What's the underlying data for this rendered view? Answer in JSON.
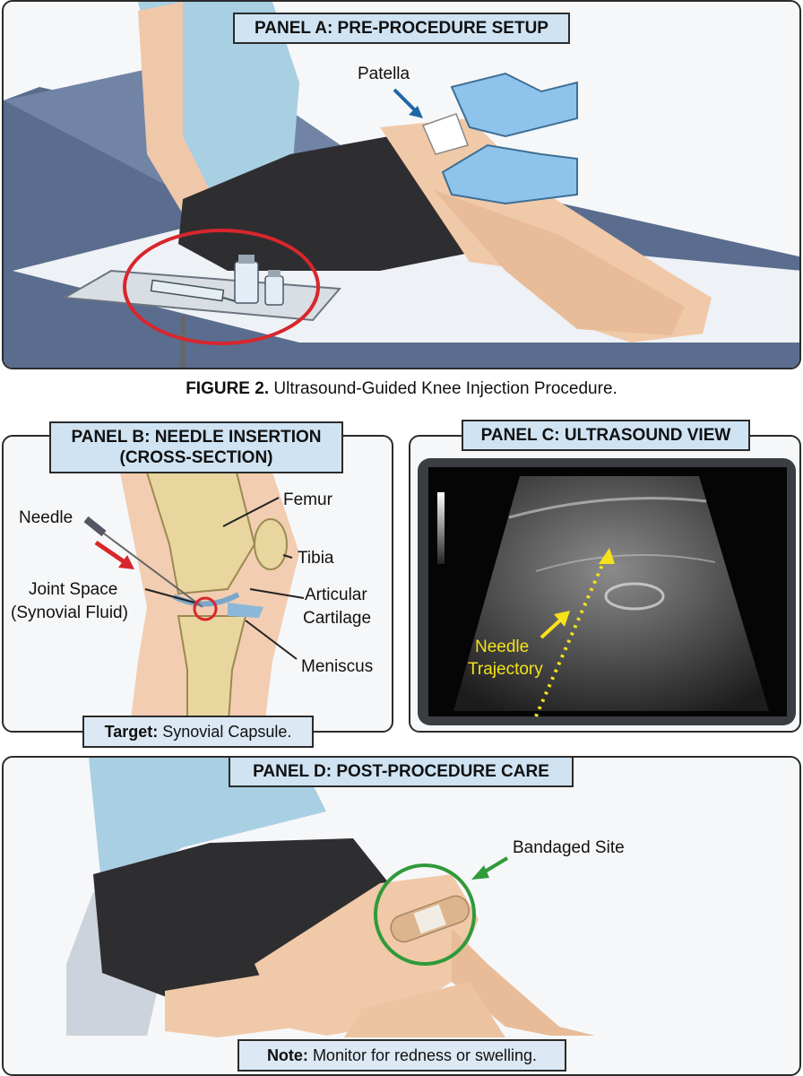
{
  "figure": {
    "number": "FIGURE 2.",
    "title": "Ultrasound-Guided Knee Injection Procedure."
  },
  "panel_a": {
    "title": "PANEL A: PRE-PROCEDURE SETUP",
    "label_patella": "Patella"
  },
  "panel_b": {
    "title_line1": "PANEL B: NEEDLE INSERTION",
    "title_line2": "(CROSS-SECTION)",
    "label_needle": "Needle",
    "label_joint_space_1": "Joint Space",
    "label_joint_space_2": "(Synovial Fluid)",
    "label_femur": "Femur",
    "label_tibia": "Tibia",
    "label_articular_1": "Articular",
    "label_articular_2": "Cartilage",
    "label_meniscus": "Meniscus",
    "caption_bold": "Target:",
    "caption_text": " Synovial Capsule."
  },
  "panel_c": {
    "title": "PANEL C: ULTRASOUND VIEW",
    "label_needle_1": "Needle",
    "label_needle_2": "Trajectory"
  },
  "panel_d": {
    "title": "PANEL D: POST-PROCEDURE CARE",
    "label_bandaged": "Bandaged Site",
    "note_bold": "Note:",
    "note_text": " Monitor for redness or swelling."
  },
  "colors": {
    "title_fill": "#cfe3f3",
    "highlight_red": "#d8262d",
    "highlight_green": "#2f9a3a",
    "arrow_blue": "#1f66a6",
    "ultrasound_yellow": "#f5e21b",
    "glove_blue": "#8ec3ec"
  }
}
